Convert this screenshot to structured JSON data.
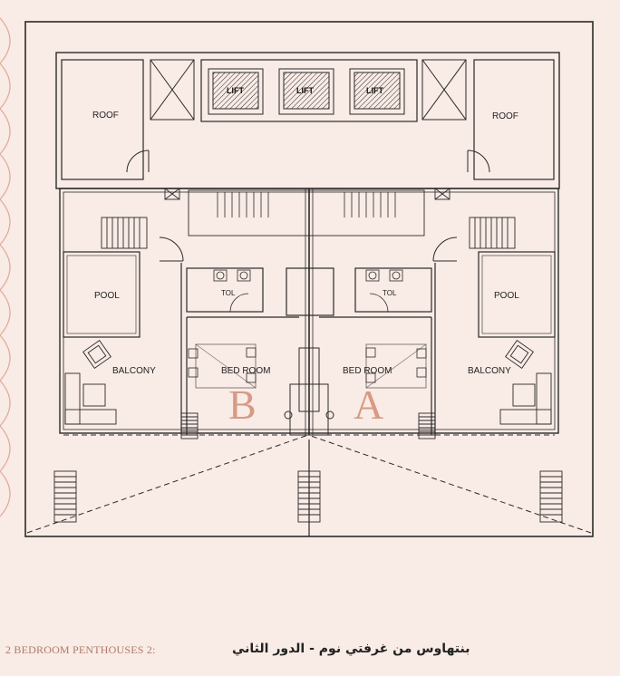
{
  "plan": {
    "roof_left": "ROOF",
    "roof_right": "ROOF",
    "lift_1": "LIFT",
    "lift_2": "LIFT",
    "lift_3": "LIFT",
    "pool_left": "POOL",
    "pool_right": "POOL",
    "balcony_left": "BALCONY",
    "balcony_right": "BALCONY",
    "bedroom_left": "BED ROOM",
    "bedroom_right": "BED ROOM",
    "toilet_left": "TOL",
    "toilet_right": "TOL",
    "unit_left": "B",
    "unit_right": "A"
  },
  "caption": {
    "english": "2 BEDROOM PENTHOUSES 2:",
    "arabic": "بنتهاوس من غرفتي نوم - الدور الثاني"
  },
  "colors": {
    "background": "#f9ebe5",
    "line": "#2a2a2a",
    "accent": "#d79a86",
    "scallop": "#e3a79a"
  }
}
